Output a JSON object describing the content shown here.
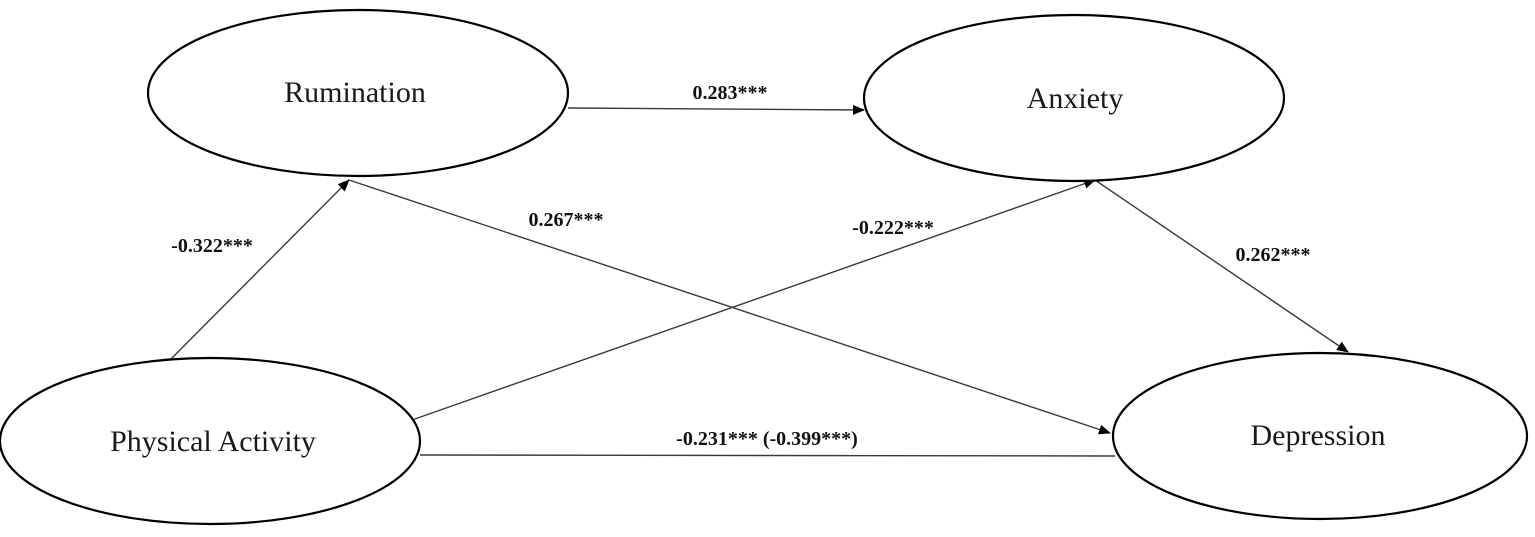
{
  "nodes": {
    "rumination": "Rumination",
    "anxiety": "Anxiety",
    "physical_activity": "Physical Activity",
    "depression": "Depression"
  },
  "paths": {
    "rumination_to_anxiety": "0.283***",
    "physical_activity_to_rumination": "-0.322***",
    "rumination_to_depression": "0.267***",
    "physical_activity_to_anxiety": "-0.222***",
    "anxiety_to_depression": "0.262***",
    "physical_activity_to_depression": "-0.231*** (-0.399***)"
  },
  "colors": {
    "stroke": "#000000",
    "line": "#3a3a3a",
    "text": "#1a1a1a"
  }
}
